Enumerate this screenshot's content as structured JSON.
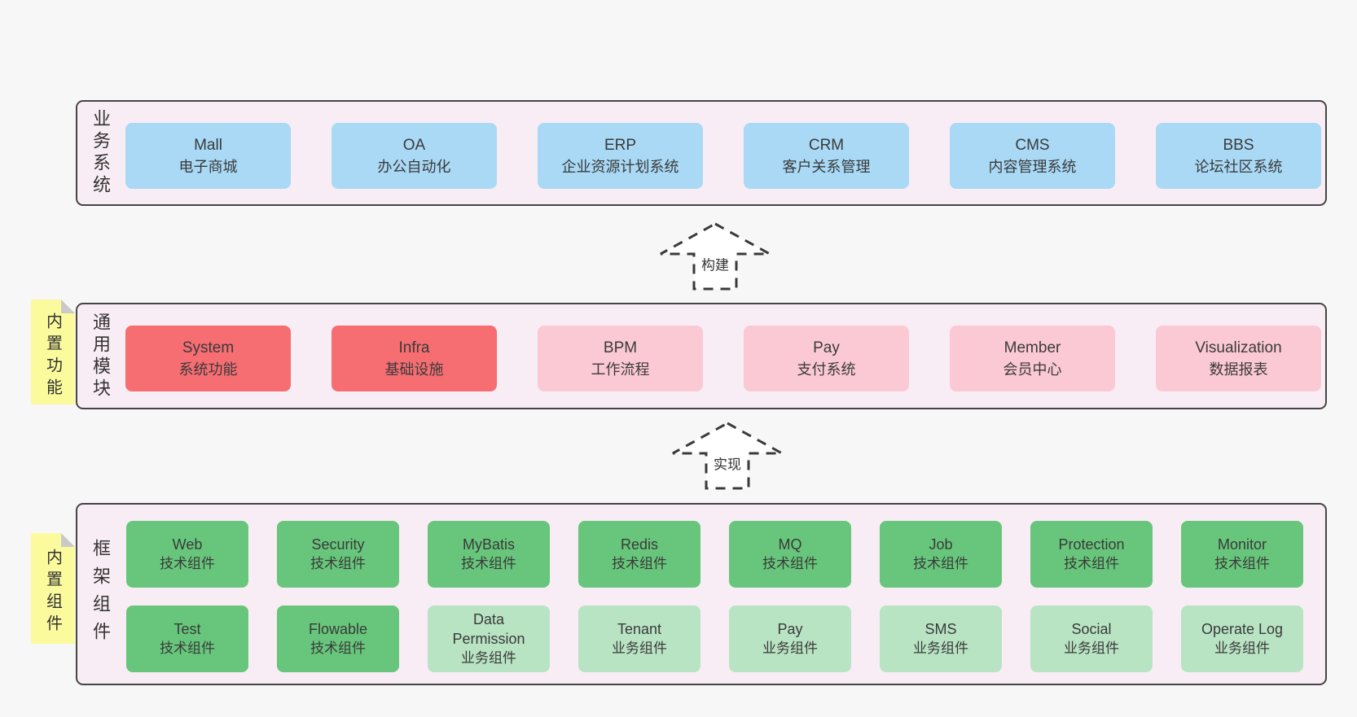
{
  "diagram": {
    "bands": [
      {
        "label": "业务系统",
        "boxes": [
          {
            "name": "Mall",
            "desc": "电子商城"
          },
          {
            "name": "OA",
            "desc": "办公自动化"
          },
          {
            "name": "ERP",
            "desc": "企业资源计划系统"
          },
          {
            "name": "CRM",
            "desc": "客户关系管理"
          },
          {
            "name": "CMS",
            "desc": "内容管理系统"
          },
          {
            "name": "BBS",
            "desc": "论坛社区系统"
          }
        ]
      },
      {
        "label": "通用模块",
        "sticky": "内置功能",
        "boxes": [
          {
            "name": "System",
            "desc": "系统功能"
          },
          {
            "name": "Infra",
            "desc": "基础设施"
          },
          {
            "name": "BPM",
            "desc": "工作流程"
          },
          {
            "name": "Pay",
            "desc": "支付系统"
          },
          {
            "name": "Member",
            "desc": "会员中心"
          },
          {
            "name": "Visualization",
            "desc": "数据报表"
          }
        ]
      },
      {
        "label": "框架组件",
        "sticky": "内置组件",
        "rows": [
          {
            "boxes": [
              {
                "name": "Web",
                "desc": "技术组件"
              },
              {
                "name": "Security",
                "desc": "技术组件"
              },
              {
                "name": "MyBatis",
                "desc": "技术组件"
              },
              {
                "name": "Redis",
                "desc": "技术组件"
              },
              {
                "name": "MQ",
                "desc": "技术组件"
              },
              {
                "name": "Job",
                "desc": "技术组件"
              },
              {
                "name": "Protection",
                "desc": "技术组件"
              },
              {
                "name": "Monitor",
                "desc": "技术组件"
              }
            ]
          },
          {
            "boxes": [
              {
                "name": "Test",
                "desc": "技术组件"
              },
              {
                "name": "Flowable",
                "desc": "技术组件"
              },
              {
                "name": "Data Permission",
                "desc": "业务组件"
              },
              {
                "name": "Tenant",
                "desc": "业务组件"
              },
              {
                "name": "Pay",
                "desc": "业务组件"
              },
              {
                "name": "SMS",
                "desc": "业务组件"
              },
              {
                "name": "Social",
                "desc": "业务组件"
              },
              {
                "name": "Operate Log",
                "desc": "业务组件"
              }
            ]
          }
        ]
      }
    ],
    "arrows": [
      {
        "label": "构建"
      },
      {
        "label": "实现"
      }
    ],
    "colors": {
      "background": "#f7f7f7",
      "band_fill": "#f8edf5",
      "band_border": "#454545",
      "blue": "#a9d9f5",
      "red": "#f66d72",
      "pink": "#fbc9d4",
      "green_dark": "#67c67b",
      "green_light": "#b9e4c4",
      "sticky_yellow": "#fbfb9d",
      "fold_gray": "#c9c9c9",
      "arrow_fill": "#ffffff",
      "text": "#3a3a3a"
    }
  }
}
